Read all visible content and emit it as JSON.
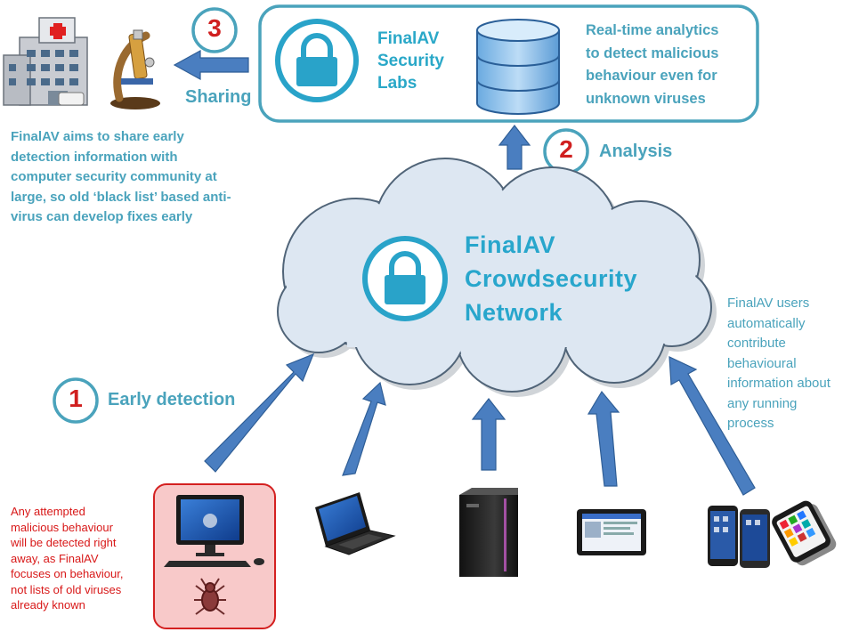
{
  "colors": {
    "teal": "#4aa3bc",
    "lock_blue": "#29a3c9",
    "arrow_blue": "#4a7ec0",
    "red": "#d01f1f",
    "cloud_fill": "#dde7f2",
    "cloud_stroke": "#506478",
    "highlight_fill": "#f8c9c9"
  },
  "labs": {
    "title_line1": "FinalAV",
    "title_line2": "Security",
    "title_line3": "Labs",
    "desc_line1": "Real-time analytics",
    "desc_line2": "to detect malicious",
    "desc_line3": "behaviour even for",
    "desc_line4": "unknown viruses",
    "lock_icon": "padlock-icon",
    "db_icon": "database-icon"
  },
  "steps": {
    "step1": {
      "number": "1",
      "label": "Early detection"
    },
    "step2": {
      "number": "2",
      "label": "Analysis"
    },
    "step3": {
      "number": "3",
      "label": "Sharing"
    }
  },
  "sharing": {
    "desc_line1": "FinalAV aims to share early",
    "desc_line2": "detection information with",
    "desc_line3": "computer security community at",
    "desc_line4": "large, so old ‘black list’ based anti-",
    "desc_line5": "virus can develop fixes early",
    "hospital_icon": "hospital-icon",
    "microscope_icon": "microscope-icon"
  },
  "cloud": {
    "title_line1": "FinalAV",
    "title_line2": "Crowdsecurity",
    "title_line3": "Network"
  },
  "users_note": {
    "line1": "FinalAV users",
    "line2": "automatically",
    "line3": "contribute",
    "line4": "behavioural",
    "line5": "information about",
    "line6": "any running",
    "line7": "process"
  },
  "detection_note": {
    "line1": "Any attempted",
    "line2": "malicious behaviour",
    "line3": "will be detected right",
    "line4": "away, as FinalAV",
    "line5": "focuses on behaviour,",
    "line6": "not lists of old viruses",
    "line7": "already known"
  },
  "devices": [
    {
      "name": "desktop-computer-icon"
    },
    {
      "name": "laptop-icon"
    },
    {
      "name": "server-tower-icon"
    },
    {
      "name": "tablet-icon"
    },
    {
      "name": "smartphones-icon"
    },
    {
      "name": "spider-virus-icon"
    }
  ]
}
